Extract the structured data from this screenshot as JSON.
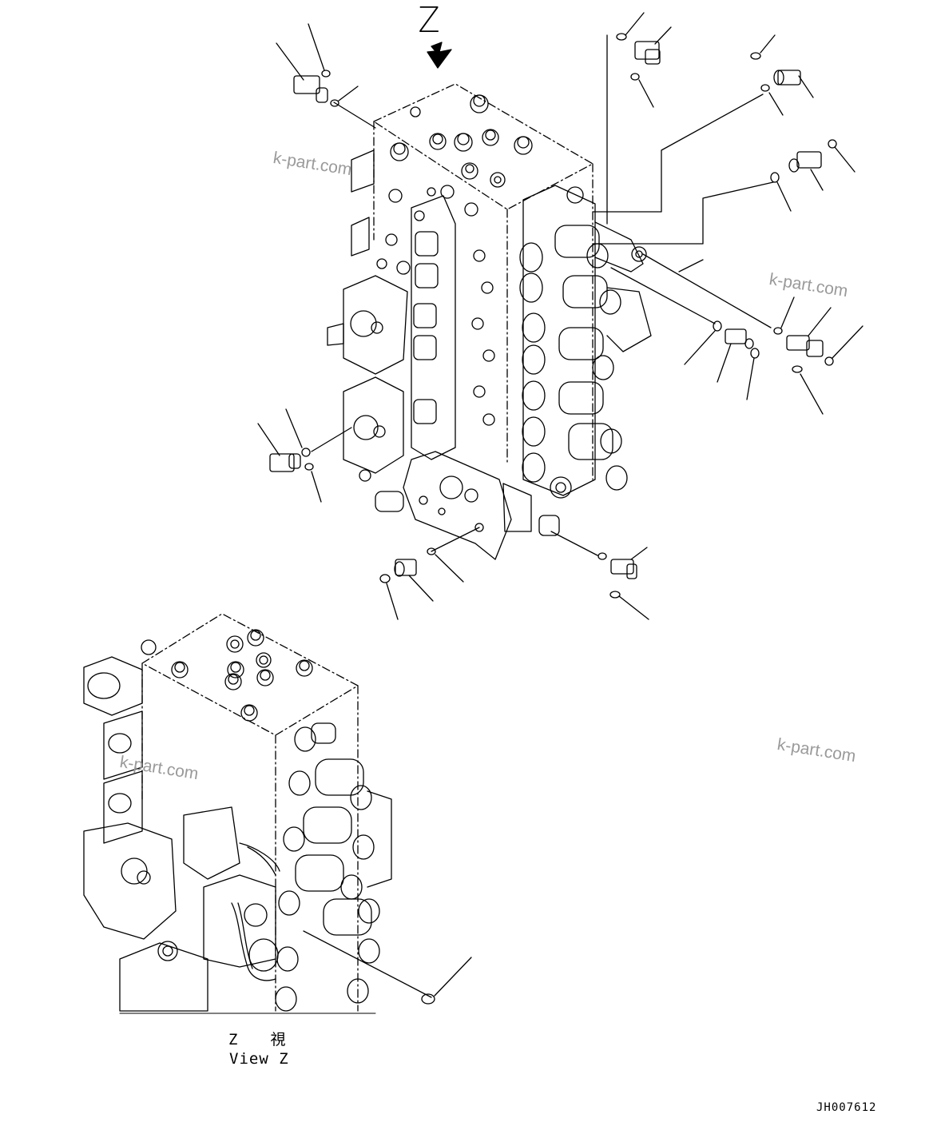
{
  "view_marker": "Z",
  "view_caption": {
    "line1": "Z　　視",
    "line2": "View Z"
  },
  "drawing_code": "JH007612",
  "watermarks": [
    "k-part.com",
    "k-part.com",
    "k-part.com",
    "k-part.com"
  ],
  "icons": {
    "arrow": "view-direction-arrow-icon",
    "oring": "o-ring-icon",
    "fitting": "fitting-icon"
  }
}
